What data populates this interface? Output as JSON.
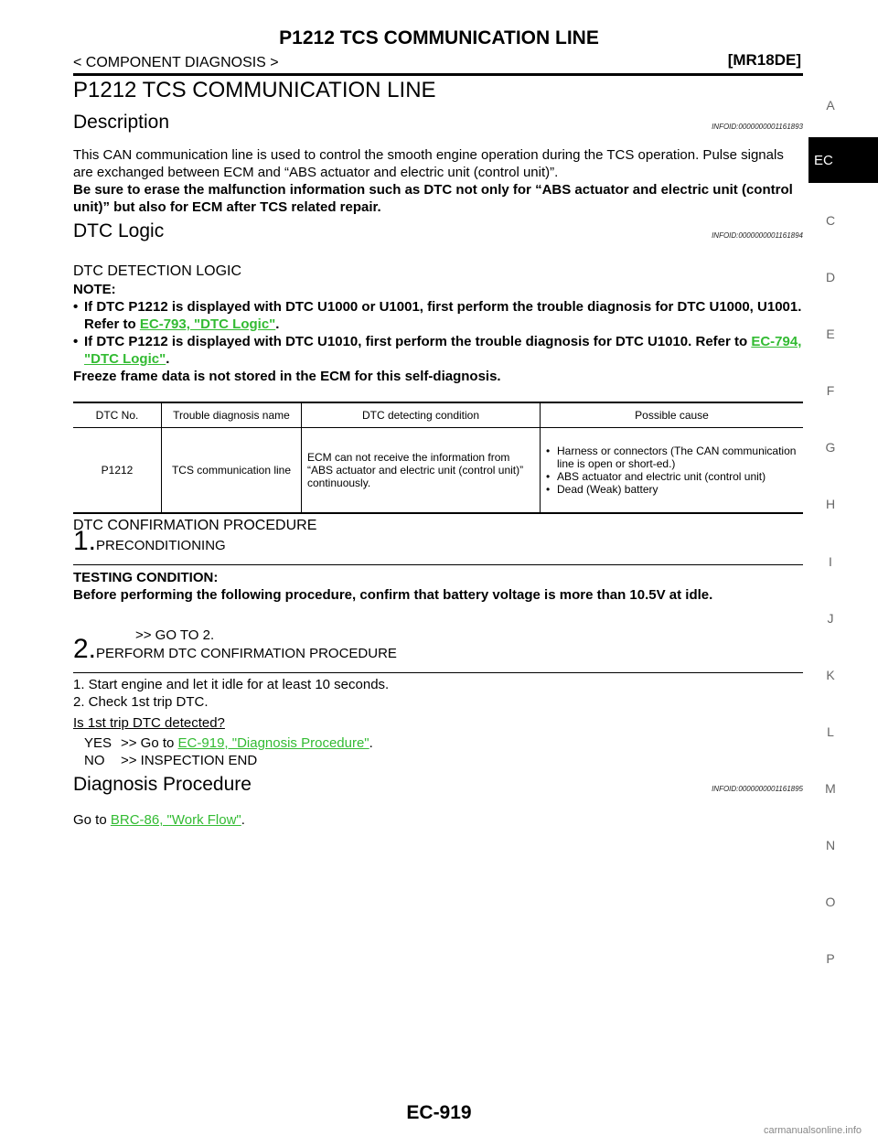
{
  "header": {
    "title": "P1212 TCS COMMUNICATION LINE",
    "subtitle": "< COMPONENT DIAGNOSIS >",
    "model": "[MR18DE]"
  },
  "sidebar": {
    "letters": [
      "A",
      "C",
      "D",
      "E",
      "F",
      "G",
      "H",
      "I",
      "J",
      "K",
      "L",
      "M",
      "N",
      "O",
      "P"
    ],
    "active": "EC"
  },
  "main": {
    "title": "P1212 TCS COMMUNICATION LINE",
    "description": {
      "heading": "Description",
      "infoid": "INFOID:0000000001161893",
      "text": "This CAN communication line is used to control the smooth engine operation during the TCS operation. Pulse signals are exchanged between ECM and “ABS actuator and electric unit (control unit)”.",
      "bold_text": "Be sure to erase the malfunction information such as DTC not only for “ABS actuator and electric unit (control unit)” but also for ECM after TCS related repair."
    },
    "dtc_logic": {
      "heading": "DTC Logic",
      "infoid": "INFOID:0000000001161894",
      "detection_heading": "DTC DETECTION LOGIC",
      "note_label": "NOTE:",
      "note1_text": "If DTC P1212 is displayed with DTC U1000 or U1001, first perform the trouble diagnosis for DTC U1000, U1001. Refer to",
      "note1_link": "EC-793, \"DTC Logic\"",
      "note2_text": "If DTC P1212 is displayed with DTC U1010, first perform the trouble diagnosis for DTC U1010. Refer to",
      "note2_link": "EC-794, \"DTC Logic\"",
      "freeze": "Freeze frame data is not stored in the ECM for this self-diagnosis.",
      "table": {
        "headers": [
          "DTC No.",
          "Trouble diagnosis name",
          "DTC detecting condition",
          "Possible cause"
        ],
        "row": {
          "dtc_no": "P1212",
          "name": "TCS communication line",
          "condition": "ECM can not receive the information from “ABS actuator and electric unit (control unit)” continuously.",
          "causes": [
            "Harness or connectors (The CAN communication line is open or short-ed.)",
            "ABS actuator and electric unit (control unit)",
            "Dead (Weak) battery"
          ]
        }
      }
    },
    "confirmation": {
      "heading": "DTC CONFIRMATION PROCEDURE",
      "step1_num": "1.",
      "step1_title": "PRECONDITIONING",
      "testing_label": "TESTING CONDITION:",
      "testing_text": "Before performing the following procedure, confirm that battery voltage is more than 10.5V at idle.",
      "goto2": ">> GO TO 2.",
      "step2_num": "2.",
      "step2_title": "PERFORM DTC CONFIRMATION PROCEDURE",
      "step2_items": [
        "1. Start engine and let it idle for at least 10 seconds.",
        "2. Check 1st trip DTC."
      ],
      "question": "Is 1st trip DTC detected?",
      "yes_label": "YES",
      "yes_text": ">> Go to",
      "yes_link": "EC-919, \"Diagnosis Procedure\"",
      "no_label": "NO",
      "no_text": ">> INSPECTION END"
    },
    "diagnosis": {
      "heading": "Diagnosis Procedure",
      "infoid": "INFOID:0000000001161895",
      "text": "Go to",
      "link": "BRC-86, \"Work Flow\""
    }
  },
  "footer": {
    "page": "EC-919",
    "watermark": "carmanualsonline.info"
  }
}
